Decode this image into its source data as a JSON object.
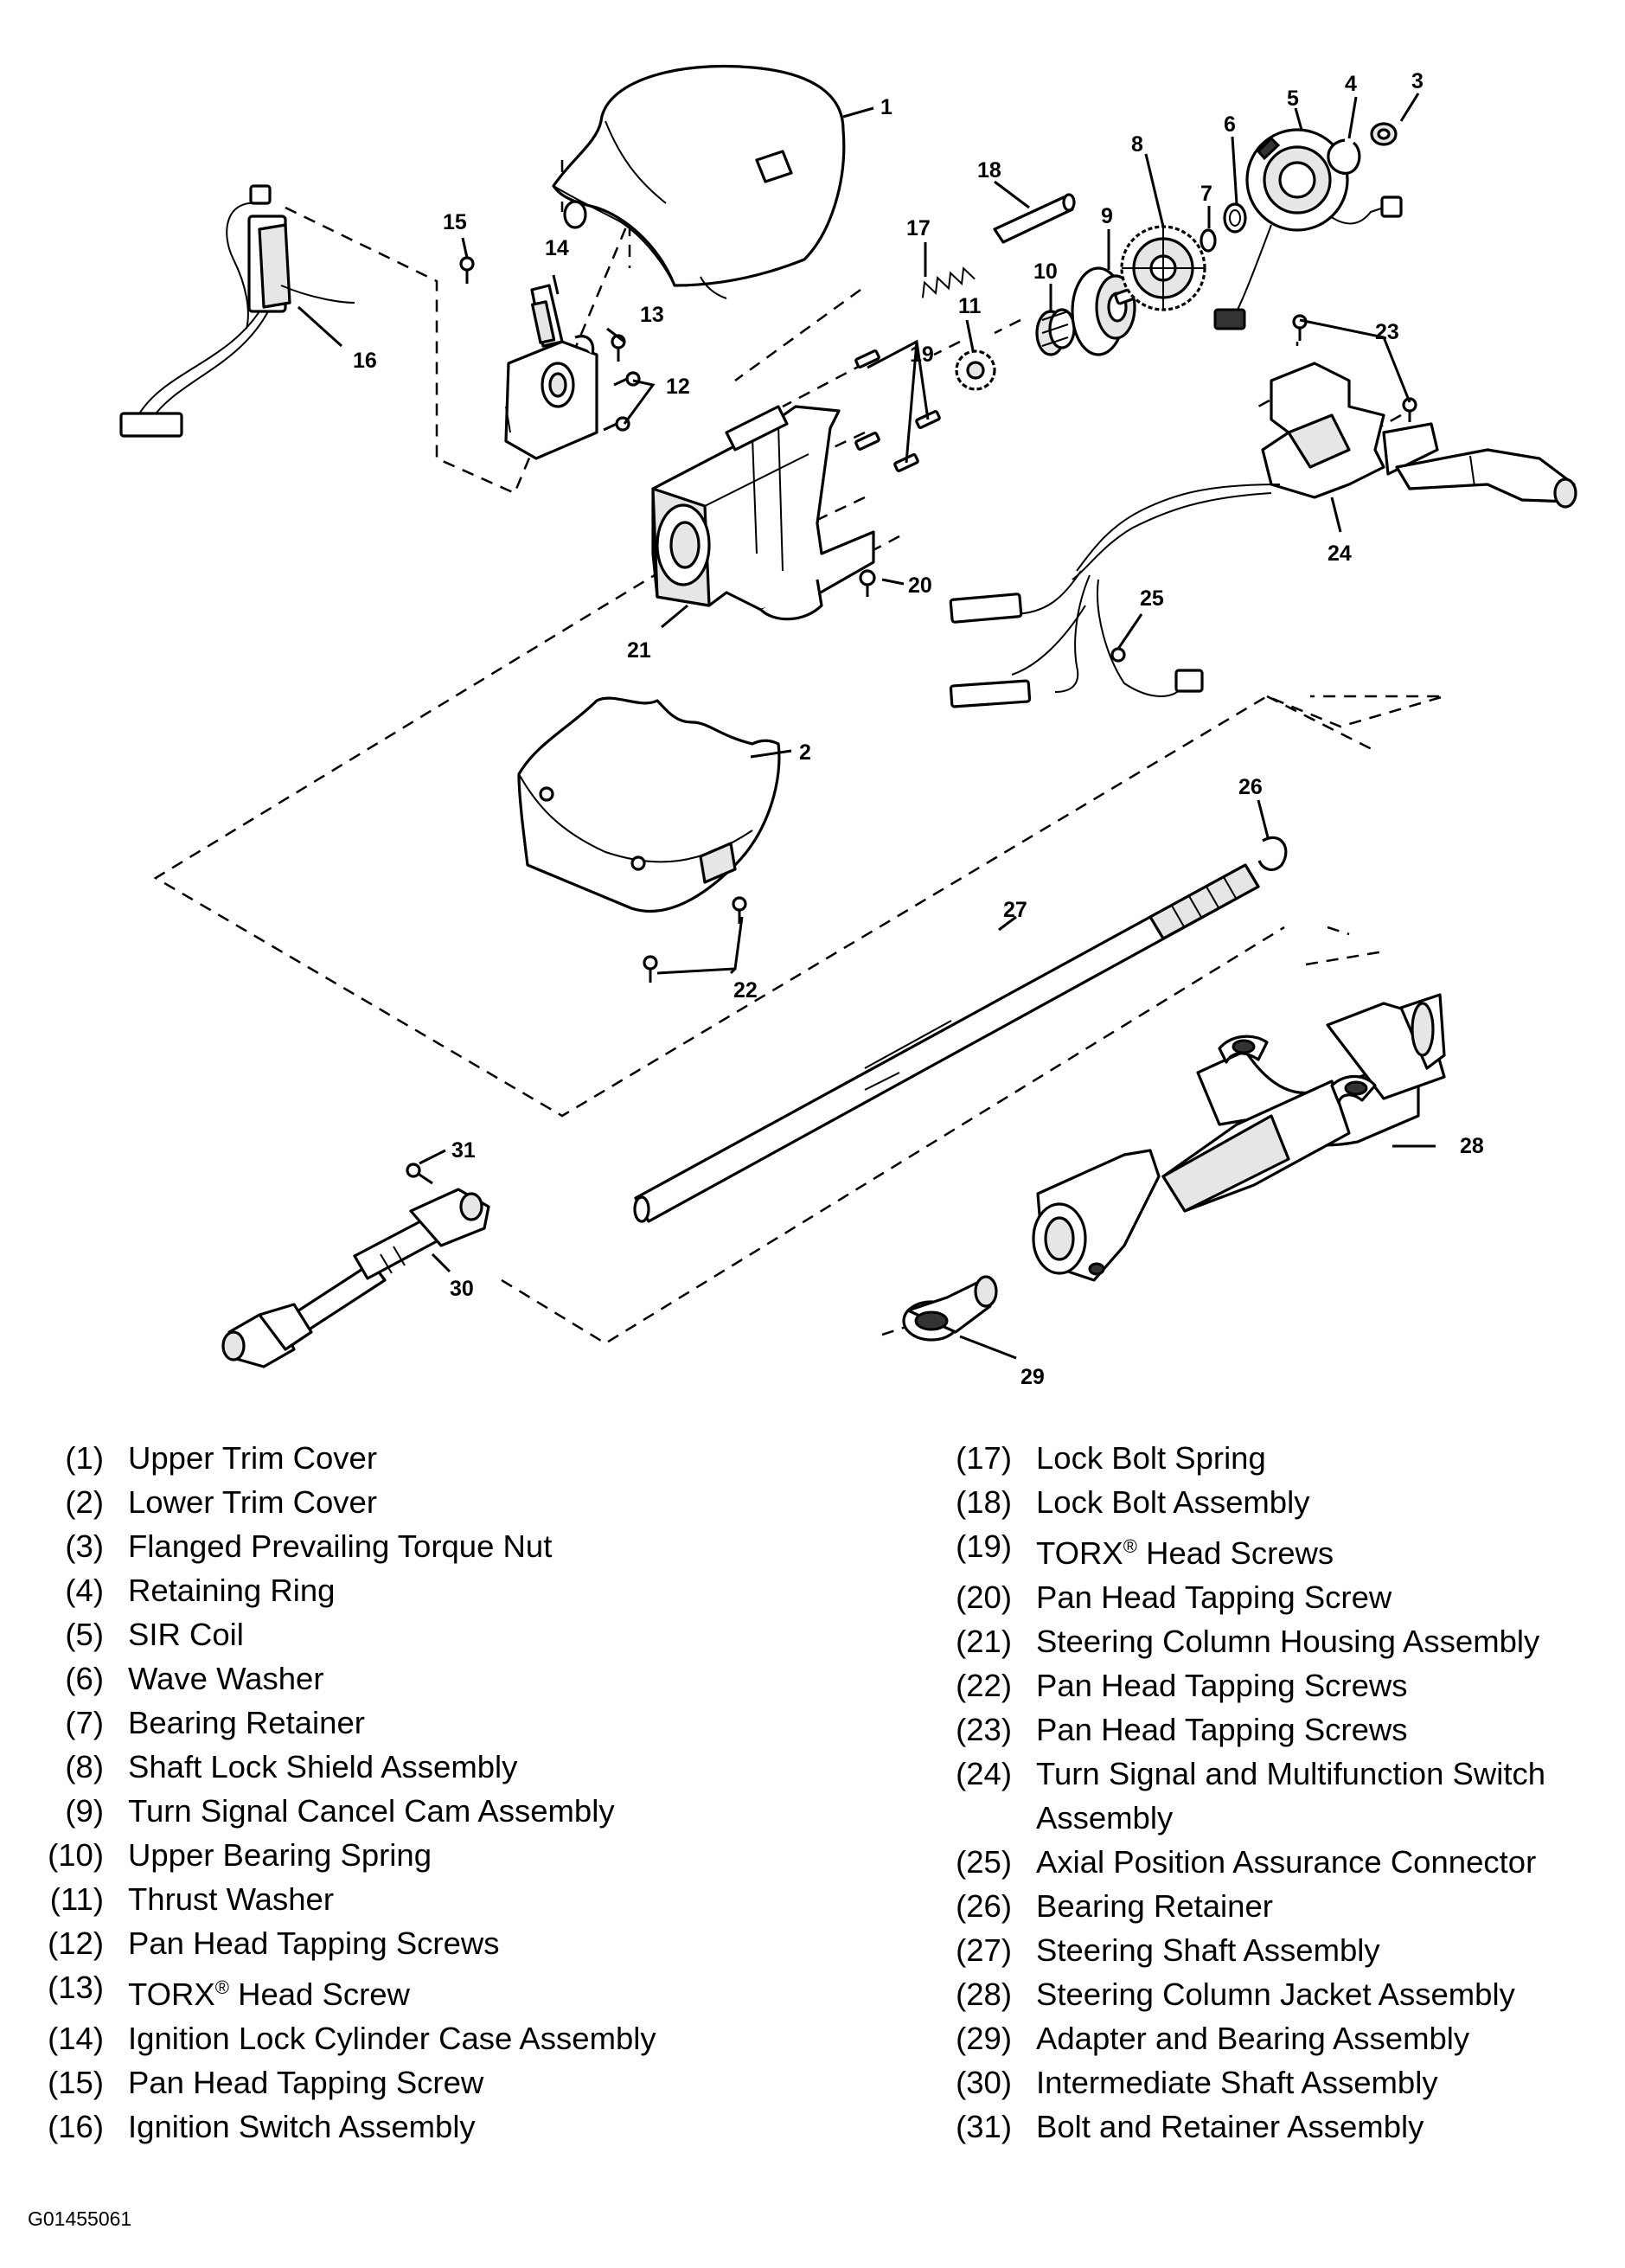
{
  "callouts": [
    "1",
    "2",
    "3",
    "4",
    "5",
    "6",
    "7",
    "8",
    "9",
    "10",
    "11",
    "12",
    "13",
    "14",
    "15",
    "16",
    "17",
    "18",
    "19",
    "20",
    "21",
    "22",
    "23",
    "24",
    "25",
    "26",
    "27",
    "28",
    "29",
    "30",
    "31"
  ],
  "legend_left": [
    {
      "num": "(1)",
      "name": "Upper Trim Cover"
    },
    {
      "num": "(2)",
      "name": "Lower Trim Cover"
    },
    {
      "num": "(3)",
      "name": "Flanged Prevailing Torque Nut"
    },
    {
      "num": "(4)",
      "name": "Retaining Ring"
    },
    {
      "num": "(5)",
      "name": "SIR Coil"
    },
    {
      "num": "(6)",
      "name": "Wave Washer"
    },
    {
      "num": "(7)",
      "name": "Bearing Retainer"
    },
    {
      "num": "(8)",
      "name": "Shaft Lock Shield Assembly"
    },
    {
      "num": "(9)",
      "name": "Turn Signal Cancel Cam Assembly"
    },
    {
      "num": "(10)",
      "name": "Upper Bearing Spring"
    },
    {
      "num": "(11)",
      "name": "Thrust Washer"
    },
    {
      "num": "(12)",
      "name": "Pan Head Tapping Screws"
    },
    {
      "num": "(13)",
      "name": "TORX",
      "sup": "®",
      "suffix": " Head Screw"
    },
    {
      "num": "(14)",
      "name": "Ignition Lock Cylinder Case Assembly"
    },
    {
      "num": "(15)",
      "name": "Pan Head Tapping Screw"
    },
    {
      "num": "(16)",
      "name": "Ignition Switch Assembly"
    }
  ],
  "legend_right": [
    {
      "num": "(17)",
      "name": "Lock Bolt Spring"
    },
    {
      "num": "(18)",
      "name": "Lock Bolt Assembly"
    },
    {
      "num": "(19)",
      "name": "TORX",
      "sup": "®",
      "suffix": " Head Screws"
    },
    {
      "num": "(20)",
      "name": "Pan Head Tapping Screw"
    },
    {
      "num": "(21)",
      "name": "Steering Column Housing Assembly"
    },
    {
      "num": "(22)",
      "name": "Pan Head Tapping Screws"
    },
    {
      "num": "(23)",
      "name": "Pan Head Tapping Screws"
    },
    {
      "num": "(24)",
      "name": "Turn Signal and Multifunction Switch Assembly"
    },
    {
      "num": "(25)",
      "name": "Axial Position Assurance Connector"
    },
    {
      "num": "(26)",
      "name": "Bearing Retainer"
    },
    {
      "num": "(27)",
      "name": "Steering Shaft Assembly"
    },
    {
      "num": "(28)",
      "name": "Steering Column Jacket Assembly"
    },
    {
      "num": "(29)",
      "name": "Adapter and Bearing Assembly"
    },
    {
      "num": "(30)",
      "name": "Intermediate Shaft Assembly"
    },
    {
      "num": "(31)",
      "name": "Bolt and Retainer Assembly"
    }
  ],
  "figure_code": "G01455061"
}
